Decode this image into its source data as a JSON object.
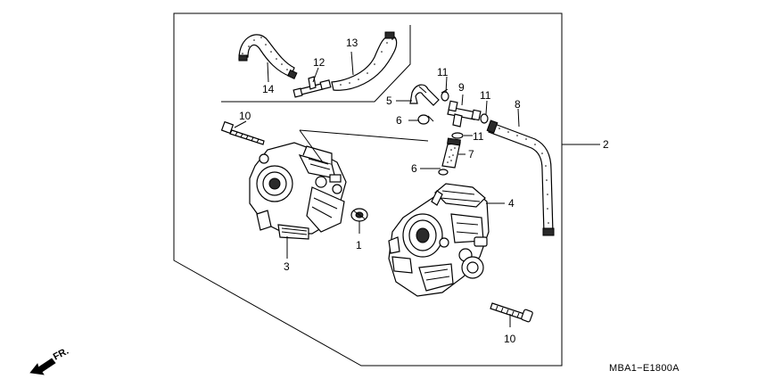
{
  "diagram": {
    "callouts": [
      {
        "id": "c1",
        "label": "1"
      },
      {
        "id": "c2",
        "label": "2"
      },
      {
        "id": "c3",
        "label": "3"
      },
      {
        "id": "c4",
        "label": "4"
      },
      {
        "id": "c5",
        "label": "5"
      },
      {
        "id": "c6a",
        "label": "6"
      },
      {
        "id": "c6b",
        "label": "6"
      },
      {
        "id": "c7",
        "label": "7"
      },
      {
        "id": "c8",
        "label": "8"
      },
      {
        "id": "c9",
        "label": "9"
      },
      {
        "id": "c10a",
        "label": "10"
      },
      {
        "id": "c10b",
        "label": "10"
      },
      {
        "id": "c11a",
        "label": "11"
      },
      {
        "id": "c11b",
        "label": "11"
      },
      {
        "id": "c11c",
        "label": "11"
      },
      {
        "id": "c12",
        "label": "12"
      },
      {
        "id": "c13",
        "label": "13"
      },
      {
        "id": "c14",
        "label": "14"
      }
    ],
    "direction_label": "FR.",
    "drawing_code": "MBA1−E1800A"
  }
}
